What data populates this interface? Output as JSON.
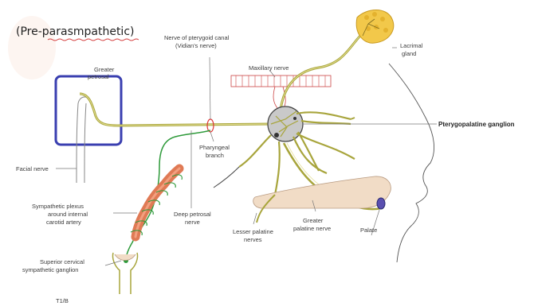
{
  "heading": "(Pre-parasmpathetic)",
  "labels": {
    "greater_petrosal": [
      "Greater",
      "petrosal"
    ],
    "nerve_pterygoid_canal": [
      "Nerve of pterygoid canal",
      "(Vidian's nerve)"
    ],
    "maxillary_nerve": "Maxillary nerve",
    "lacrimal_gland": [
      "Lacrimal",
      "gland"
    ],
    "pterygopalatine_ganglion": "Pterygopalatine ganglion",
    "facial_nerve": "Facial nerve",
    "pharyngeal_branch": [
      "Pharyngeal",
      "branch"
    ],
    "sympathetic_plexus": [
      "Sympathetic plexus",
      "around internal",
      "carotid artery"
    ],
    "deep_petrosal_nerve": [
      "Deep petrosal",
      "nerve"
    ],
    "lesser_palatine_nerves": [
      "Lesser palatine",
      "nerves"
    ],
    "greater_palatine_nerve": [
      "Greater",
      "palatine nerve"
    ],
    "palate": "Palate",
    "superior_cervical_ganglion": [
      "Superior cervical",
      "sympathetic ganglion"
    ],
    "bottom_fragment": "T1/B"
  },
  "colors": {
    "nerve": "#a8a53c",
    "nerve_light": "#d8d27a",
    "sympathetic": "#2e9a3a",
    "artery": "#e07a55",
    "highlight_box": "#3a3fb0",
    "ganglion": "#c9c9c9",
    "gland": "#f2c84a",
    "bone": "#f1dcc6",
    "label_text": "#3c3c3c",
    "leader": "#777777"
  }
}
